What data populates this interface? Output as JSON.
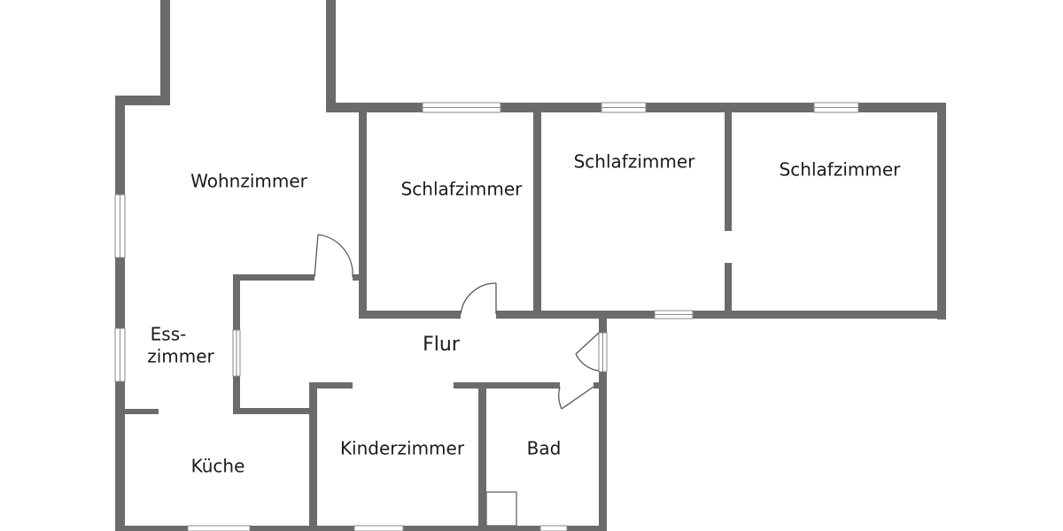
{
  "plan": {
    "rooms": {
      "wohnzimmer": "Wohnzimmer",
      "schlafzimmer_1": "Schlafzimmer",
      "schlafzimmer_2": "Schlafzimmer",
      "schlafzimmer_3": "Schlafzimmer",
      "esszimmer_line1": "Ess-",
      "esszimmer_line2": "zimmer",
      "flur": "Flur",
      "kueche": "Küche",
      "kinderzimmer": "Kinderzimmer",
      "bad": "Bad"
    }
  }
}
